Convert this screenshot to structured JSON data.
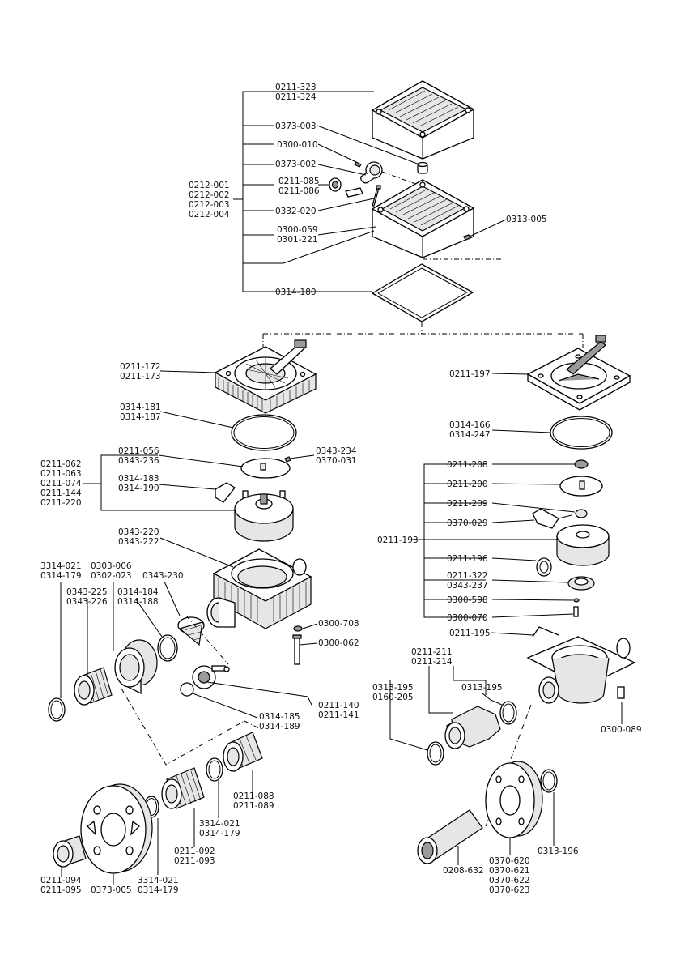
{
  "labels": {
    "top_cover": [
      "0211-323",
      "0211-324"
    ],
    "cap": "0373-003",
    "spring_clip": "0300-010",
    "knob": "0373-002",
    "pin": [
      "0211-085",
      "0211-086"
    ],
    "upper_group": [
      "0212-001",
      "0212-002",
      "0212-003",
      "0212-004"
    ],
    "bolt_a": "0332-020",
    "bolt_b": [
      "0300-059",
      "0301-221"
    ],
    "nut_right": "0313-005",
    "gasket_top": "0314-180",
    "left_flange": [
      "0211-172",
      "0211-173"
    ],
    "right_flange": "0211-197",
    "left_oring": [
      "0314-181",
      "0314-187"
    ],
    "right_oring": [
      "0314-166",
      "0314-247"
    ],
    "left_group": [
      "0211-062",
      "0211-063",
      "0211-074",
      "0211-144",
      "0211-220"
    ],
    "left_disc": [
      "0211-056",
      "0343-236"
    ],
    "left_screw": [
      "0343-234",
      "0370-031"
    ],
    "left_seal_square": [
      "0314-183",
      "0314-190"
    ],
    "left_body": [
      "0343-220",
      "0343-222"
    ],
    "left_ring_a": [
      "3314-021",
      "0314-179"
    ],
    "left_union_nut": [
      "0303-006",
      "0302-023"
    ],
    "left_strainer": "0343-230",
    "left_tailpiece": [
      "0343-225",
      "0343-226"
    ],
    "left_oring_b": [
      "0314-184",
      "0314-188"
    ],
    "left_pin_nut": "0300-708",
    "left_bolt": "0300-062",
    "left_valve": [
      "0211-140",
      "0211-141"
    ],
    "left_oring_c": [
      "0314-185",
      "0314-189"
    ],
    "left_adapter": [
      "0211-088",
      "0211-089"
    ],
    "left_ring_d": [
      "3314-021",
      "0314-179"
    ],
    "left_union_b": [
      "0211-092",
      "0211-093"
    ],
    "left_nipple": [
      "0211-094",
      "0211-095"
    ],
    "left_flange_disc": "0373-005",
    "left_ring_e": [
      "3314-021",
      "0314-179"
    ],
    "r_cap": "0211-208",
    "r_disc": "0211-200",
    "r_seat": "0211-209",
    "r_spring": "0370-029",
    "r_group": "0211-193",
    "r_ring": "0211-196",
    "r_plate": [
      "0211-322",
      "0343-237"
    ],
    "r_pin": "0300-598",
    "r_screw": "0300-070",
    "r_clip": "0211-195",
    "r_union": [
      "0211-211",
      "0211-214"
    ],
    "r_seal_l": [
      "0313-195",
      "0160-205"
    ],
    "r_seal_r": "0313-195",
    "r_body_screw": "0300-089",
    "r_filter": "0208-632",
    "r_flange": [
      "0370-620",
      "0370-621",
      "0370-622",
      "0370-623"
    ],
    "r_seal_b": "0313-196"
  }
}
